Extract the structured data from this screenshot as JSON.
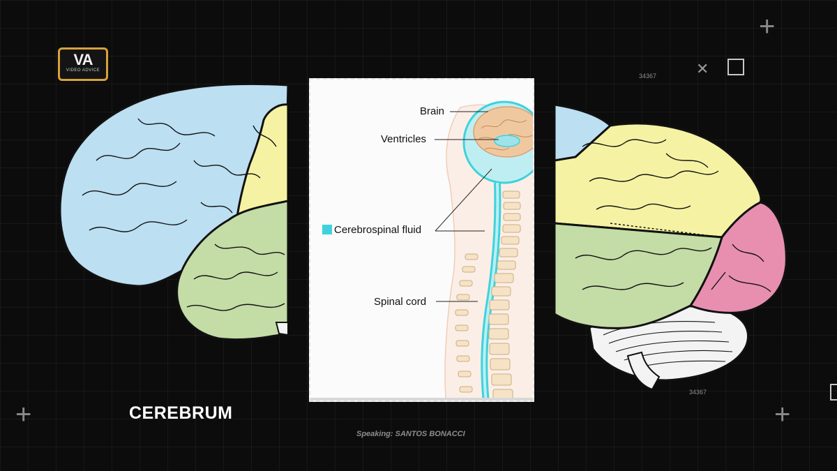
{
  "logo": {
    "mark": "VA",
    "subtitle": "VIDEO ADVICE"
  },
  "diagram": {
    "labels": {
      "brain": "Brain",
      "ventricles": "Ventricles",
      "csf": "Cerebrospinal fluid",
      "spinal_cord": "Spinal cord"
    }
  },
  "caption": "CEREBRUM",
  "speaker": "Speaking: SANTOS BONACCI",
  "decor": {
    "num_a": "34367",
    "num_b": "34367"
  },
  "colors": {
    "frontal": "#bcdff2",
    "parietal": "#f5f3a3",
    "temporal": "#c4dca6",
    "occipital": "#e88fb0",
    "cerebellum": "#f3f3f3",
    "csf": "#3fd2dc",
    "logo_border": "#d7a23a"
  }
}
